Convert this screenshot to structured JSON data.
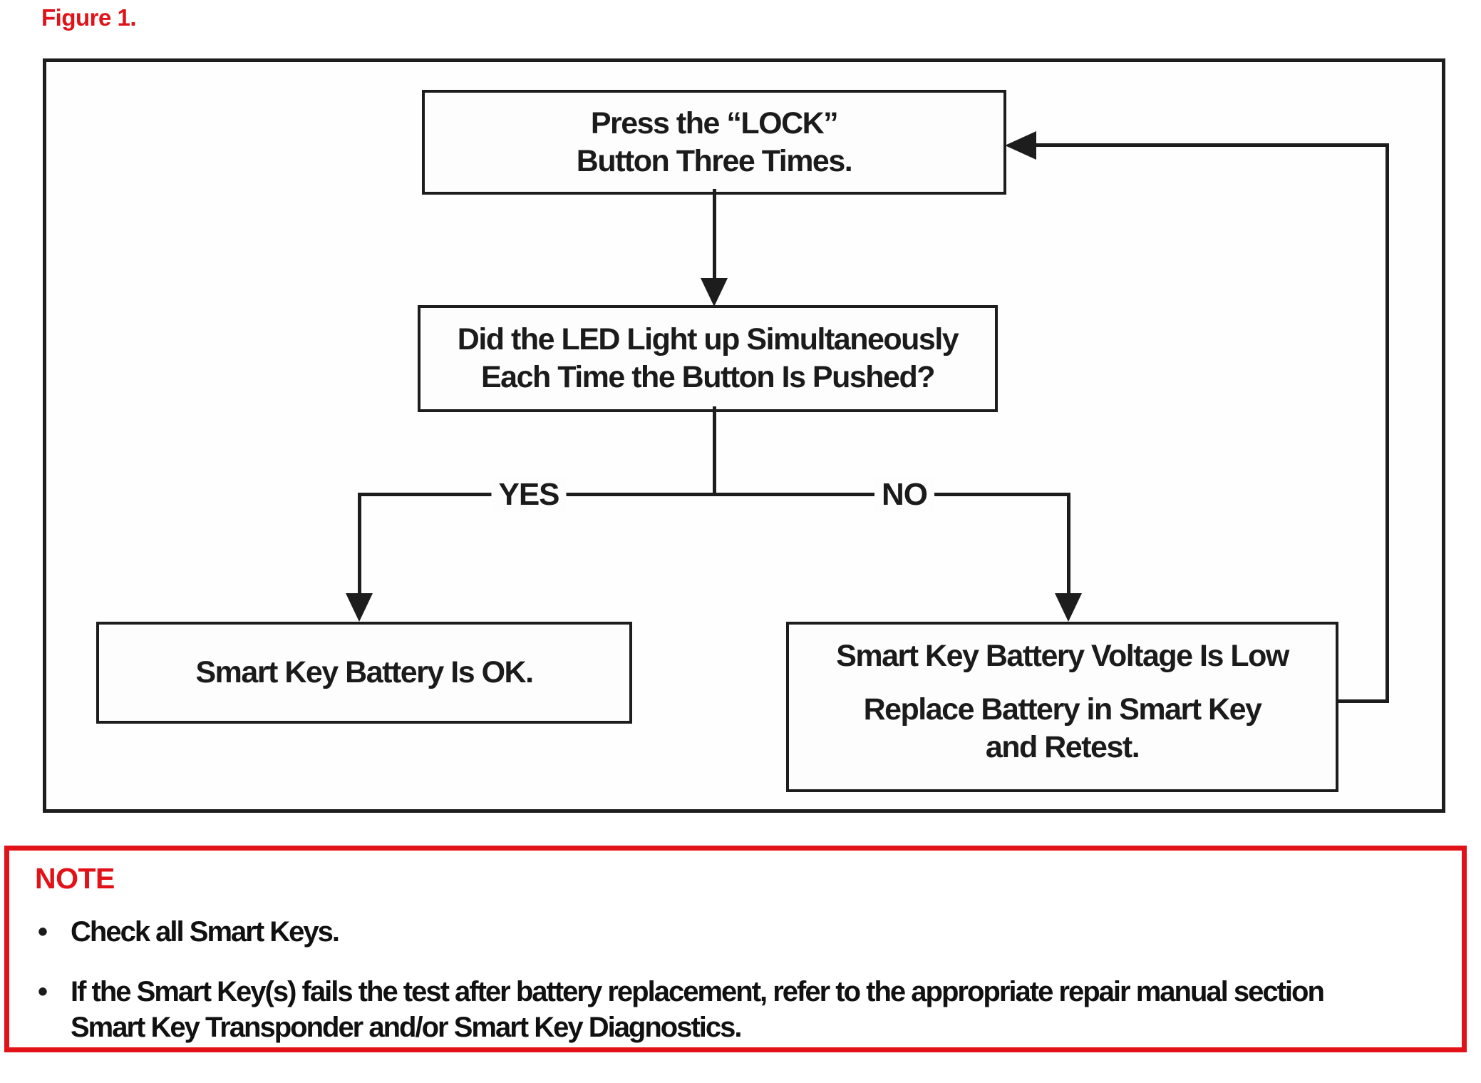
{
  "figure": {
    "label": "Figure 1."
  },
  "colors": {
    "red": "#e11218",
    "line": "#1d1d1d"
  },
  "flowchart": {
    "press_lock": {
      "line1": "Press the “LOCK”",
      "line2": "Button Three Times."
    },
    "led_question": {
      "line1": "Did the LED Light up Simultaneously",
      "line2": "Each Time the Button Is Pushed?"
    },
    "battery_ok": {
      "line1": "Smart Key Battery Is OK."
    },
    "battery_low": {
      "line1": "Smart Key Battery Voltage Is Low",
      "line2": "Replace Battery in Smart Key",
      "line3": "and Retest."
    },
    "labels": {
      "yes": "YES",
      "no": "NO"
    }
  },
  "note": {
    "title": "NOTE",
    "bullet_marker": "•",
    "bullets": [
      "Check all Smart Keys.",
      "If the Smart Key(s) fails the test after battery replacement, refer to the appropriate repair manual section Smart Key Transponder and/or Smart Key Diagnostics."
    ]
  }
}
